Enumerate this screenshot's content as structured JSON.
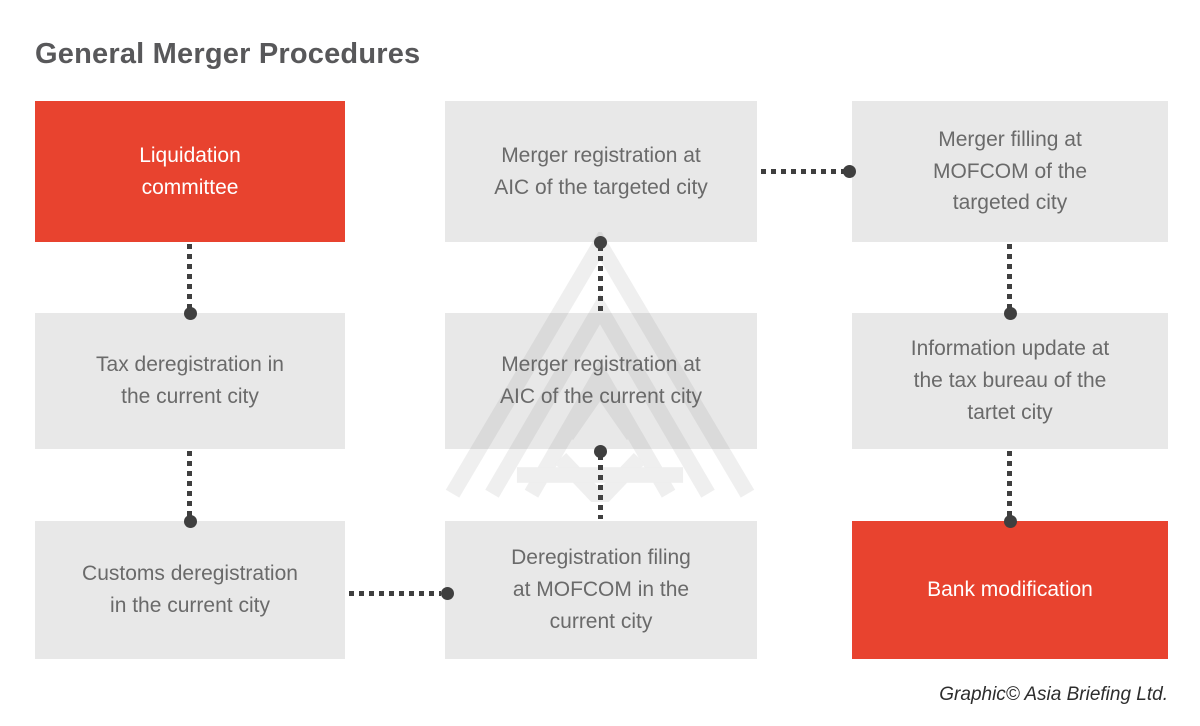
{
  "title": "General Merger Procedures",
  "credit": "Graphic© Asia Briefing Ltd.",
  "colors": {
    "red": "#e8432f",
    "gray_box": "#e8e8e8",
    "box_text": "#6a6a6a",
    "title_text": "#58585a",
    "connector": "#3f3f3f",
    "credit_text": "#2d2d2d"
  },
  "watermark": {
    "name": "asia-briefing-logo"
  },
  "nodes": [
    {
      "id": "liquidation-committee",
      "label": "Liquidation\ncommittee",
      "style": "red"
    },
    {
      "id": "merger-registration-aic-targeted",
      "label": "Merger registration at\nAIC of the targeted city",
      "style": "gray"
    },
    {
      "id": "merger-filling-mofcom-targeted",
      "label": "Merger filling at\nMOFCOM of the\ntargeted city",
      "style": "gray"
    },
    {
      "id": "tax-deregistration-current",
      "label": "Tax deregistration in\nthe current city",
      "style": "gray"
    },
    {
      "id": "merger-registration-aic-current",
      "label": "Merger registration at\nAIC of the current city",
      "style": "gray"
    },
    {
      "id": "information-update-tax-bureau",
      "label": "Information update at\nthe tax bureau of the\ntartet city",
      "style": "gray"
    },
    {
      "id": "customs-deregistration-current",
      "label": "Customs deregistration\nin the current city",
      "style": "gray"
    },
    {
      "id": "deregistration-filing-mofcom-current",
      "label": "Deregistration filing\nat MOFCOM in the\ncurrent city",
      "style": "gray"
    },
    {
      "id": "bank-modification",
      "label": "Bank modification",
      "style": "red"
    }
  ],
  "connections": [
    {
      "from": "liquidation-committee",
      "to": "tax-deregistration-current",
      "direction": "down"
    },
    {
      "from": "tax-deregistration-current",
      "to": "customs-deregistration-current",
      "direction": "down"
    },
    {
      "from": "customs-deregistration-current",
      "to": "deregistration-filing-mofcom-current",
      "direction": "right"
    },
    {
      "from": "deregistration-filing-mofcom-current",
      "to": "merger-registration-aic-current",
      "direction": "up"
    },
    {
      "from": "merger-registration-aic-current",
      "to": "merger-registration-aic-targeted",
      "direction": "up"
    },
    {
      "from": "merger-registration-aic-targeted",
      "to": "merger-filling-mofcom-targeted",
      "direction": "right"
    },
    {
      "from": "merger-filling-mofcom-targeted",
      "to": "information-update-tax-bureau",
      "direction": "down"
    },
    {
      "from": "information-update-tax-bureau",
      "to": "bank-modification",
      "direction": "down"
    }
  ]
}
